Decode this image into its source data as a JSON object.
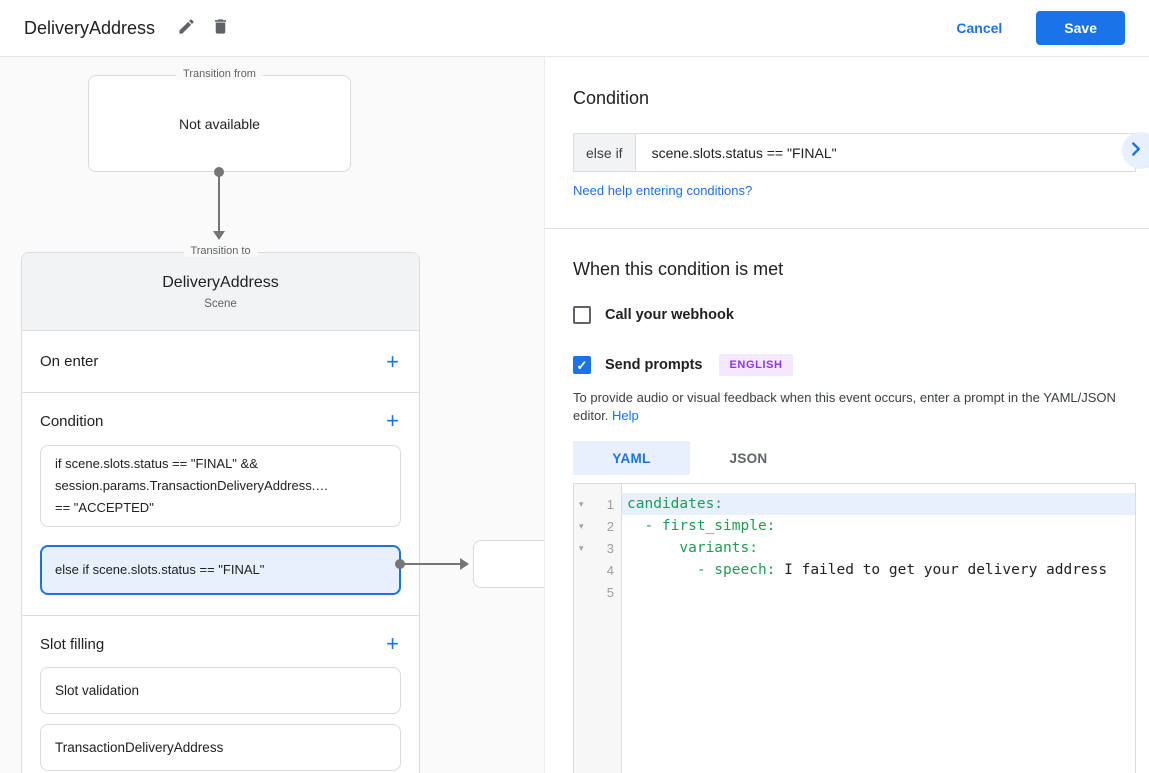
{
  "header": {
    "title": "DeliveryAddress",
    "cancel_label": "Cancel",
    "save_label": "Save"
  },
  "canvas": {
    "transition_from": {
      "label": "Transition from",
      "content": "Not available"
    },
    "scene_card": {
      "label": "Transition to",
      "title": "DeliveryAddress",
      "subtitle": "Scene",
      "on_enter_label": "On enter",
      "condition_label": "Condition",
      "condition_boxes": [
        {
          "text": "if scene.slots.status == \"FINAL\" &&\nsession.params.TransactionDeliveryAddress.…\n== \"ACCEPTED\"",
          "selected": false
        },
        {
          "text": "else if scene.slots.status == \"FINAL\"",
          "selected": true
        }
      ],
      "slot_filling_label": "Slot filling",
      "slot_items": [
        "Slot validation",
        "TransactionDeliveryAddress"
      ]
    }
  },
  "panel": {
    "title": "Condition",
    "condition_input": {
      "prefix": "else if",
      "value": "scene.slots.status == \"FINAL\""
    },
    "help_link": "Need help entering conditions?",
    "section_title": "When this condition is met",
    "webhook": {
      "label": "Call your webhook",
      "checked": false,
      "checkmark": ""
    },
    "prompts": {
      "label": "Send prompts",
      "checked": true,
      "checkmark": "✓",
      "badge": "ENGLISH"
    },
    "description": {
      "text": "To provide audio or visual feedback when this event occurs, enter a prompt in the YAML/JSON editor.",
      "help_label": "Help"
    },
    "tabs": [
      {
        "label": "YAML",
        "active": true
      },
      {
        "label": "JSON",
        "active": false
      }
    ],
    "editor": {
      "lines": [
        {
          "num": "1",
          "fold": "▾",
          "key": "candidates:",
          "value": ""
        },
        {
          "num": "2",
          "fold": "▾",
          "key": "  - first_simple:",
          "value": ""
        },
        {
          "num": "3",
          "fold": "▾",
          "key": "      variants:",
          "value": ""
        },
        {
          "num": "4",
          "fold": "",
          "key": "        - speech:",
          "value": " I failed to get your delivery address"
        },
        {
          "num": "5",
          "fold": "",
          "key": "",
          "value": ""
        }
      ]
    }
  },
  "colors": {
    "accent_blue": "#1a73e8",
    "selected_bg": "#e8f0fe",
    "badge_bg": "#f3e8fd",
    "badge_text": "#9334e6",
    "code_key_green": "#1e9e50"
  }
}
